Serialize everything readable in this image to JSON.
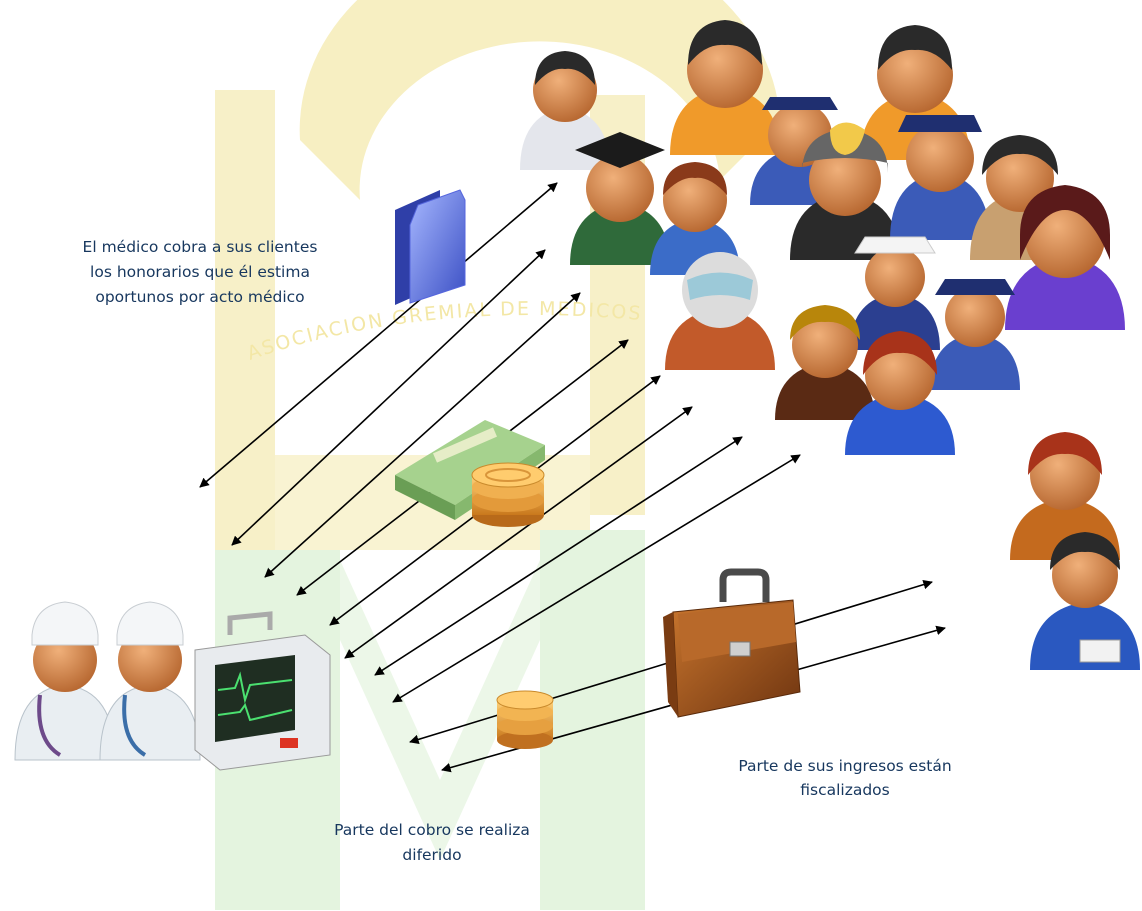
{
  "captions": {
    "left": [
      "El médico cobra a sus clientes",
      "los honorarios que él estima",
      "oportunos por acto médico"
    ],
    "right": [
      "Parte de sus ingresos están",
      "fiscalizados"
    ],
    "bottom": [
      "Parte del cobro se realiza",
      "diferido"
    ]
  },
  "watermark_text": "ASOCIACION GREMIAL DE MEDICOS",
  "icons": {
    "doctors": "doctor-icon",
    "monitor": "medical-monitor-icon",
    "clients": "person-icon",
    "folder": "folder-icon",
    "money": "money-stack-icon",
    "coins": "coin-stack-icon",
    "briefcase": "briefcase-icon",
    "inspectors": "inspector-icon"
  },
  "colors": {
    "watermark_yellow": "#f4ecb8",
    "watermark_green": "#e6f5e2",
    "caption": "#17375e",
    "arrow": "#000000"
  }
}
